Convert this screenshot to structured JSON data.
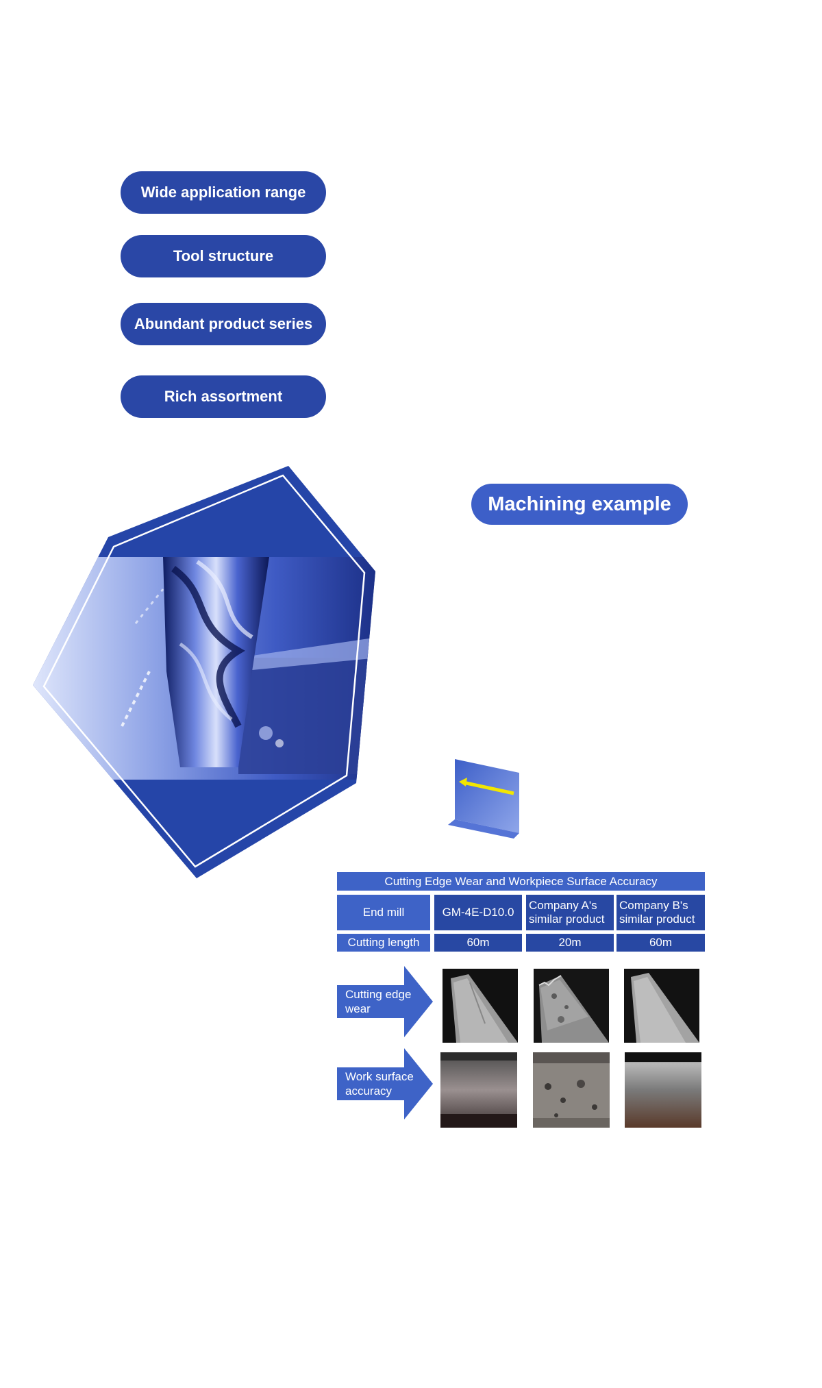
{
  "features": [
    {
      "label": "Wide application range"
    },
    {
      "label": "Tool structure"
    },
    {
      "label": "Abundant product series"
    },
    {
      "label": "Rich assortment"
    }
  ],
  "machining": {
    "label": "Machining example"
  },
  "table": {
    "title": "Cutting Edge Wear and Workpiece Surface Accuracy",
    "row_label_endmill": "End mill",
    "row_label_length": "Cutting length",
    "columns": [
      {
        "name": "GM-4E-D10.0",
        "length": "60m"
      },
      {
        "name_line1": "Company A's",
        "name_line2": "similar product",
        "length": "20m"
      },
      {
        "name_line1": "Company B's",
        "name_line2": "similar product",
        "length": "60m"
      }
    ],
    "arrow_wear": {
      "line1": "Cutting edge",
      "line2": "wear"
    },
    "arrow_surface": {
      "line1": "Work surface",
      "line2": "accuracy"
    }
  },
  "colors": {
    "primary": "#2a47a6",
    "accent": "#3d5fc8",
    "yellow_arrow": "#f2e600"
  }
}
